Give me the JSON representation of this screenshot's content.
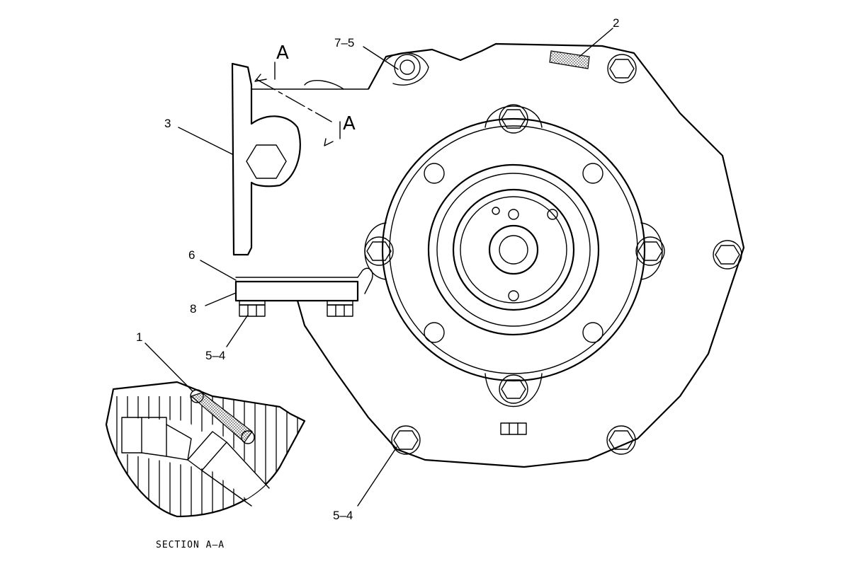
{
  "callouts": {
    "c1": "1",
    "c2": "2",
    "c3": "3",
    "c6": "6",
    "c8": "8",
    "c54_top": "5–4",
    "c54_bottom": "5–4",
    "c75": "7–5"
  },
  "section_markers": {
    "a1": "A",
    "a2": "A"
  },
  "section_caption": "SECTION A–A"
}
